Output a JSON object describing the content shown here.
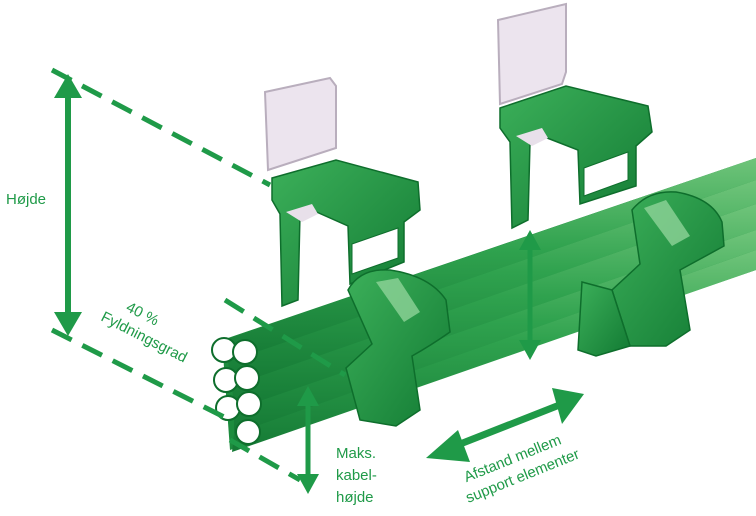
{
  "colors": {
    "green": "#1f9a48",
    "dark_green": "#0e6e2c",
    "light_green": "#5fbf6d",
    "bracket_grey": "#e8e0ea",
    "bracket_outline": "#b9aebd"
  },
  "labels": {
    "height": "Højde",
    "fill_percent": "40 %",
    "fill_word": "Fyldningsgrad",
    "max_cable_line1": "Maks.",
    "max_cable_line2": "kabel-",
    "max_cable_line3": "højde",
    "distance_line1": "Afstand mellem",
    "distance_line2": "support elementer"
  },
  "icons": {
    "arrows": "double-headed-arrow-icon",
    "cables": "cable-bundle-icon",
    "supports": "cable-support-bracket-icon"
  }
}
